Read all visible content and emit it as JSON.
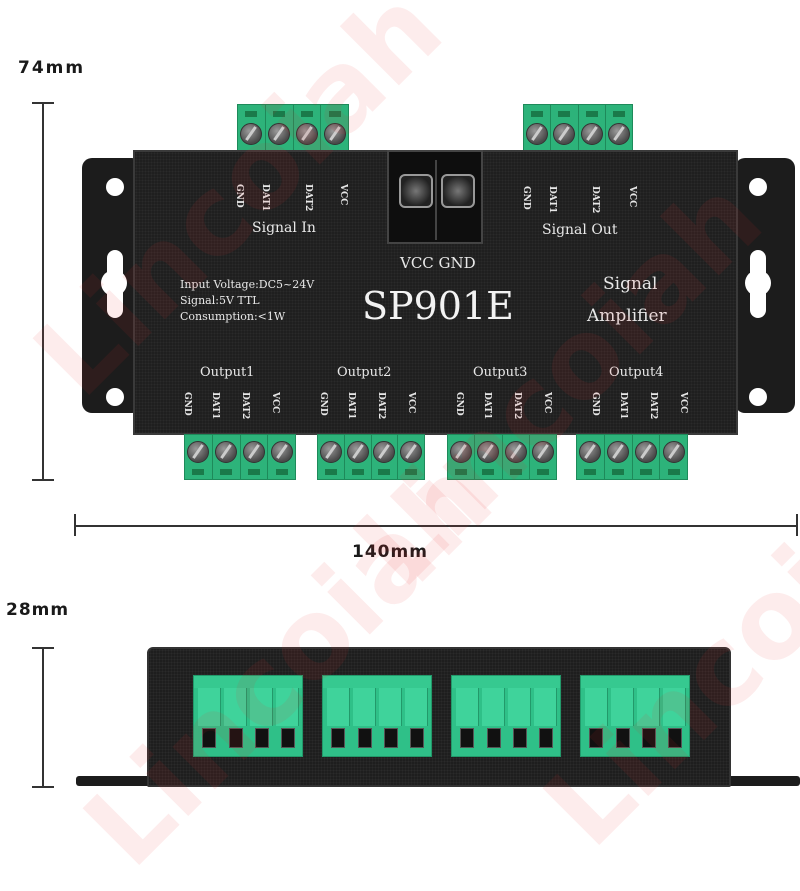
{
  "dimensions": {
    "height_top": "74mm",
    "width": "140mm",
    "height_side": "28mm"
  },
  "watermark": "Lincoiah",
  "device": {
    "model": "SP901E",
    "title_line1": "Signal",
    "title_line2": "Amplifier",
    "specs": {
      "voltage": "Input Voltage:DC5~24V",
      "signal": "Signal:5V TTL",
      "consumption": "Consumption:<1W"
    },
    "power_label": "VCC GND",
    "signal_in": {
      "label": "Signal In",
      "pins": [
        "GND",
        "DAT1",
        "DAT2",
        "VCC"
      ]
    },
    "signal_out": {
      "label": "Signal Out",
      "pins": [
        "GND",
        "DAT1",
        "DAT2",
        "VCC"
      ]
    },
    "outputs": [
      {
        "label": "Output1",
        "pins": [
          "GND",
          "DAT1",
          "DAT2",
          "VCC"
        ]
      },
      {
        "label": "Output2",
        "pins": [
          "GND",
          "DAT1",
          "DAT2",
          "VCC"
        ]
      },
      {
        "label": "Output3",
        "pins": [
          "GND",
          "DAT1",
          "DAT2",
          "VCC"
        ]
      },
      {
        "label": "Output4",
        "pins": [
          "GND",
          "DAT1",
          "DAT2",
          "VCC"
        ]
      }
    ]
  },
  "colors": {
    "terminal_green": "#2db37a",
    "case_black": "#1f1f1f",
    "watermark_red": "#e62828"
  }
}
